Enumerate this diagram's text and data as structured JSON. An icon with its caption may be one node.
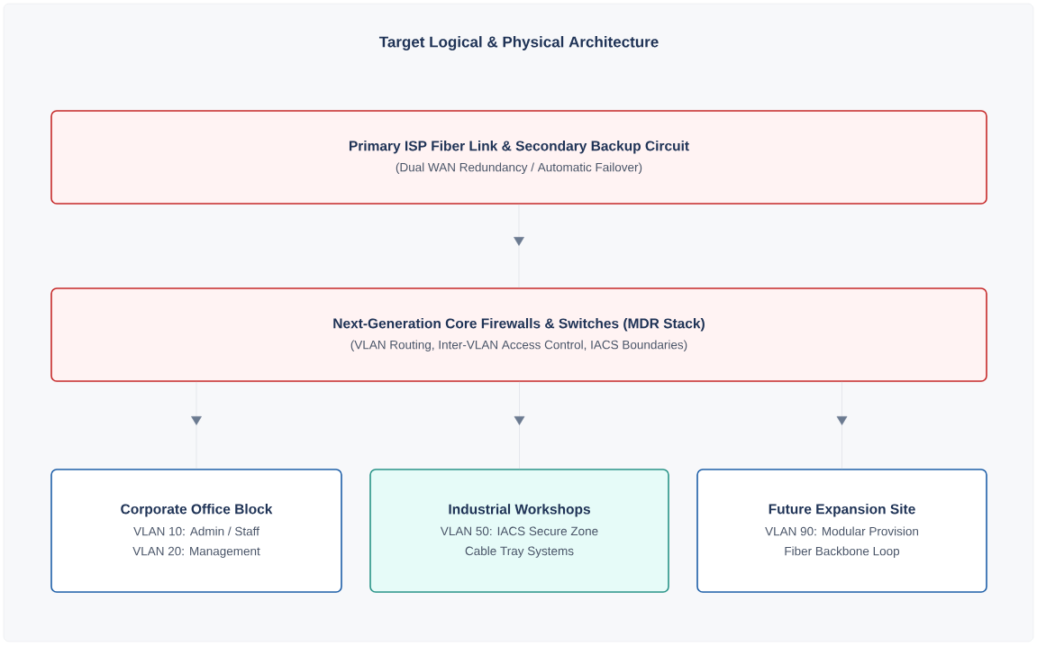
{
  "diagram": {
    "title": "Target Logical & Physical Architecture",
    "nodes": [
      {
        "text": [
          "Primary ISP Fiber Link & Secondary Backup Circuit",
          "(Dual WAN Redundancy / Automatic Failover)"
        ]
      },
      {
        "text": [
          "Next-Generation Core Firewalls & Switches (MDR Stack)",
          "(VLAN Routing, Inter-VLAN Access Control, IACS Boundaries)"
        ]
      },
      {
        "text": [
          "Corporate Office Block",
          "VLAN 10: Admin / Staff",
          "VLAN 20: Management"
        ]
      },
      {
        "text": [
          "Industrial Workshops",
          "VLAN 50: IACS Secure Zone",
          "Cable Tray Systems"
        ]
      },
      {
        "text": [
          "Future Expansion Site",
          "VLAN 90: Modular Provision",
          "Fiber Backbone Loop"
        ]
      }
    ],
    "edges": [
      {
        "from": 0,
        "to": 1,
        "arrow": "to"
      },
      {
        "from": 1,
        "to": 2,
        "arrow": "to"
      },
      {
        "from": 1,
        "to": 3,
        "arrow": "to"
      },
      {
        "from": 1,
        "to": 4,
        "arrow": "to"
      }
    ]
  }
}
